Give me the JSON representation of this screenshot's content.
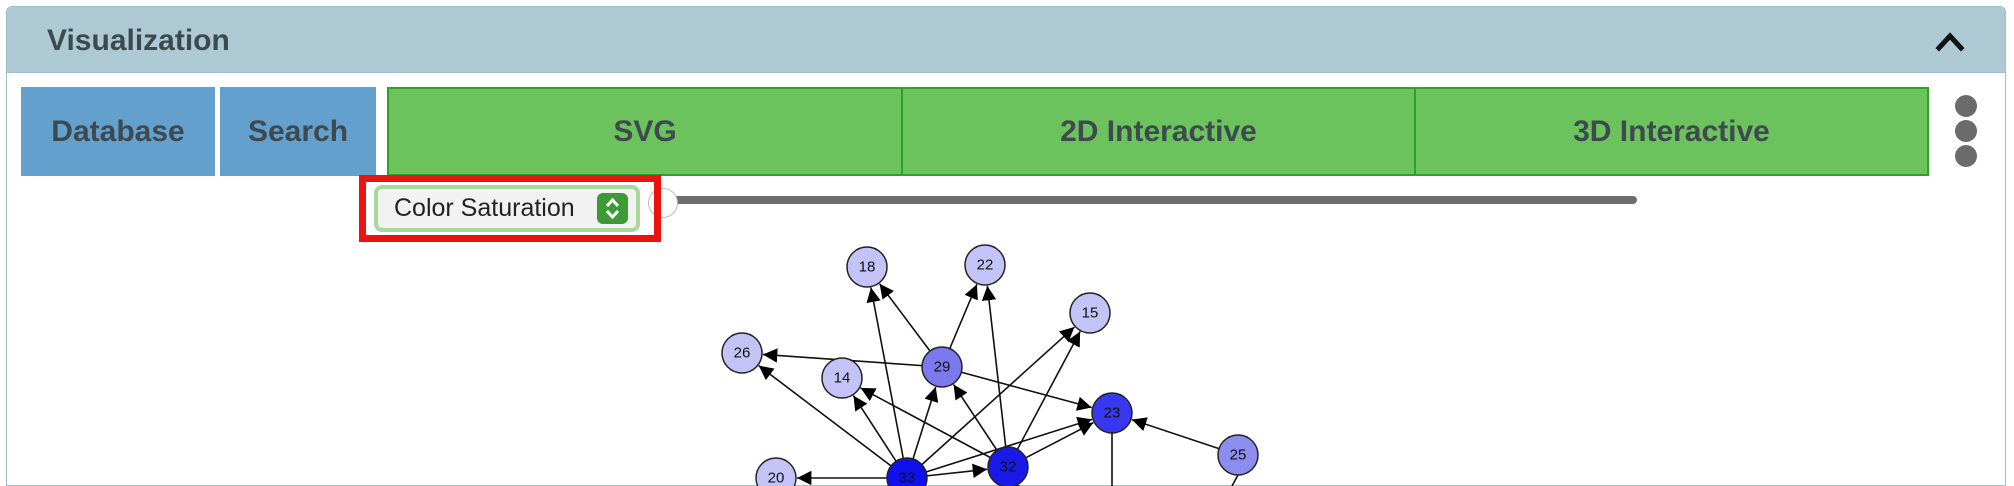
{
  "panel": {
    "title": "Visualization",
    "collapse_icon": "chevron-up-icon"
  },
  "tabs": [
    {
      "label": "Database",
      "color": "#63a0cd"
    },
    {
      "label": "Search",
      "color": "#63a0cd"
    },
    {
      "label": "SVG",
      "color": "#6cc25d"
    },
    {
      "label": "2D Interactive",
      "color": "#6cc25d"
    },
    {
      "label": "3D Interactive",
      "color": "#6cc25d"
    }
  ],
  "menu_icon": "kebab-menu-icon",
  "color_control": {
    "selected": "Color Saturation",
    "highlight_color": "#ee1111"
  },
  "graph": {
    "nodes": [
      {
        "id": "18",
        "color": "#c3c3f7"
      },
      {
        "id": "22",
        "color": "#c3c3f7"
      },
      {
        "id": "15",
        "color": "#c3c3f7"
      },
      {
        "id": "26",
        "color": "#c3c3f7"
      },
      {
        "id": "14",
        "color": "#c3c3f7"
      },
      {
        "id": "29",
        "color": "#7a7aee"
      },
      {
        "id": "23",
        "color": "#3838f0"
      },
      {
        "id": "25",
        "color": "#8d8df0"
      },
      {
        "id": "20",
        "color": "#c3c3f7"
      },
      {
        "id": "33",
        "color": "#1010ee"
      },
      {
        "id": "32",
        "color": "#1a1ae8"
      }
    ]
  }
}
